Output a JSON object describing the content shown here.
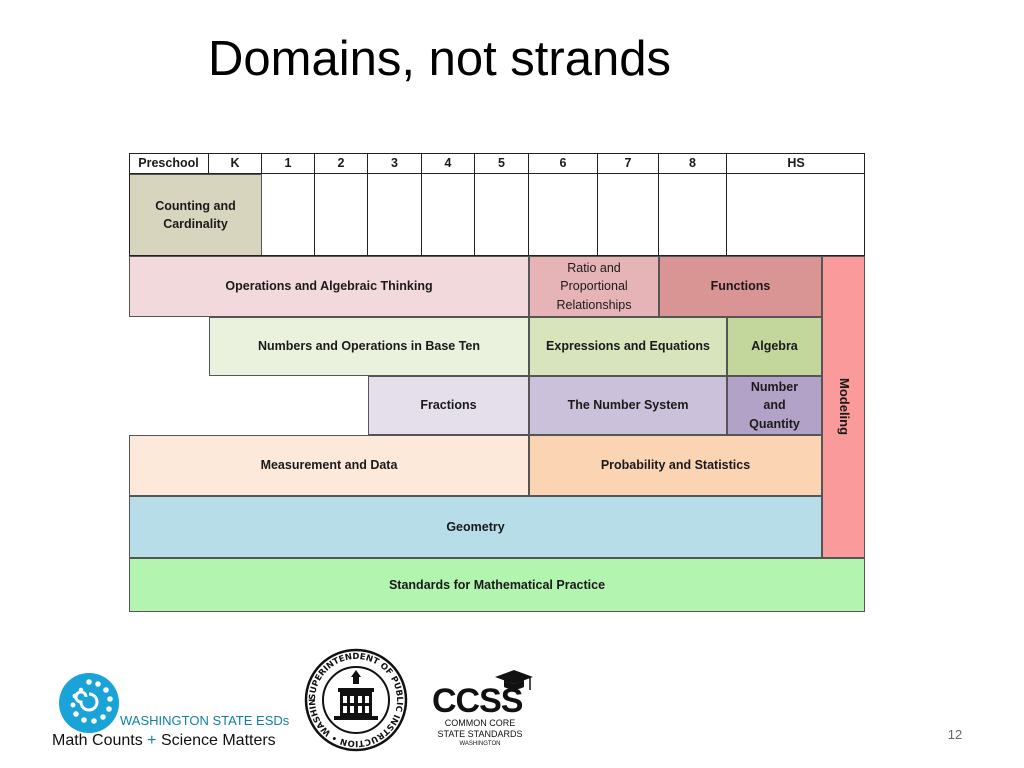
{
  "slide": {
    "title": "Domains, not strands",
    "page_number": "12"
  },
  "grades": [
    "Preschool",
    "K",
    "1",
    "2",
    "3",
    "4",
    "5",
    "6",
    "7",
    "8",
    "HS"
  ],
  "domains": {
    "counting": "Counting and\nCardinality",
    "oa": "Operations and Algebraic Thinking",
    "ratio": "Ratio and\nProportional\nRelationships",
    "functions": "Functions",
    "nbt": "Numbers and Operations in Base Ten",
    "ee": "Expressions and Equations",
    "algebra": "Algebra",
    "fractions": "Fractions",
    "ns": "The Number System",
    "nq": "Number\nand\nQuantity",
    "md": "Measurement and Data",
    "ps": "Probability and Statistics",
    "geometry": "Geometry",
    "smp": "Standards for Mathematical Practice",
    "modeling": "Modeling"
  },
  "colors": {
    "counting": "#d8d5bf",
    "oa": "#f2d9dc",
    "ratio": "#e6b4b7",
    "functions": "#d99594",
    "nbt": "#eaf1dd",
    "ee": "#d7e4bc",
    "algebra": "#c3d69b",
    "fractions": "#e5dfec",
    "ns": "#ccc1da",
    "nq": "#b2a2c7",
    "md": "#fde9d9",
    "ps": "#fbd4b4",
    "geometry": "#b6dde8",
    "smp": "#b3f5b0",
    "modeling": "#fa9a9a"
  },
  "logos": {
    "esd_line1": "WASHINGTON STATE ESDs",
    "esd_line2a": "Math Counts",
    "esd_plus": "+",
    "esd_line2b": "Science Matters",
    "seal_text": "SUPERINTENDENT OF PUBLIC INSTRUCTION • WASHINGTON",
    "ccss_main": "CCSS",
    "ccss_line1": "COMMON CORE",
    "ccss_line2": "STATE STANDARDS",
    "ccss_line3": "WASHINGTON"
  }
}
